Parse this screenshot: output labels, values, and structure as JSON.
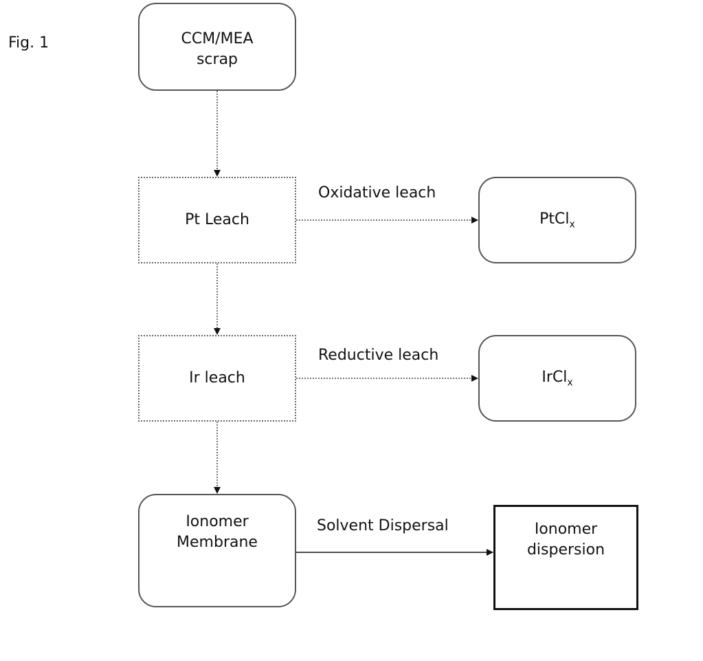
{
  "figure": {
    "label": "Fig. 1"
  },
  "nodes": {
    "ccm_scrap": {
      "line1": "CCM/MEA",
      "line2": "scrap"
    },
    "pt_leach": {
      "text": "Pt Leach"
    },
    "ptclx": {
      "base": "PtCl",
      "sub": "x"
    },
    "ir_leach": {
      "text": "Ir leach"
    },
    "irclx": {
      "base": "IrCl",
      "sub": "x"
    },
    "ionomer_membrane": {
      "line1": "Ionomer",
      "line2": "Membrane"
    },
    "ionomer_dispersion": {
      "line1": "Ionomer",
      "line2": "dispersion"
    }
  },
  "edges": {
    "oxidative": "Oxidative leach",
    "reductive": "Reductive leach",
    "solvent": "Solvent Dispersal"
  }
}
